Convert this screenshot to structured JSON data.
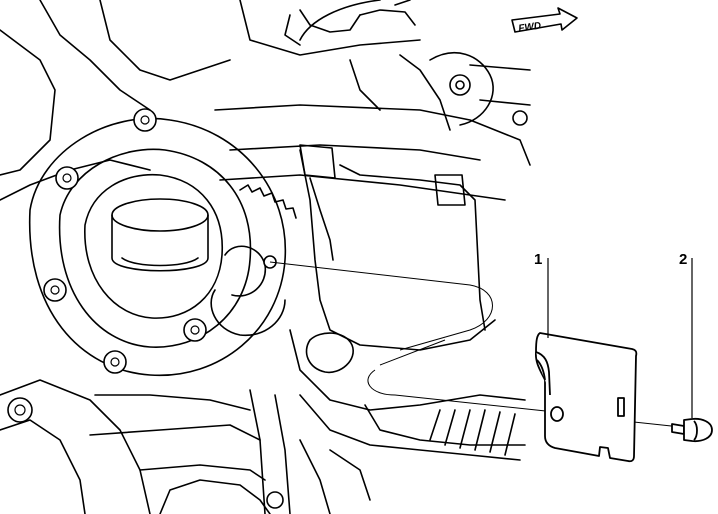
{
  "callouts": {
    "part_1": "1",
    "part_2": "2"
  },
  "direction_arrow": {
    "label": "FWD"
  },
  "colors": {
    "line": "#000000",
    "background": "#ffffff"
  }
}
